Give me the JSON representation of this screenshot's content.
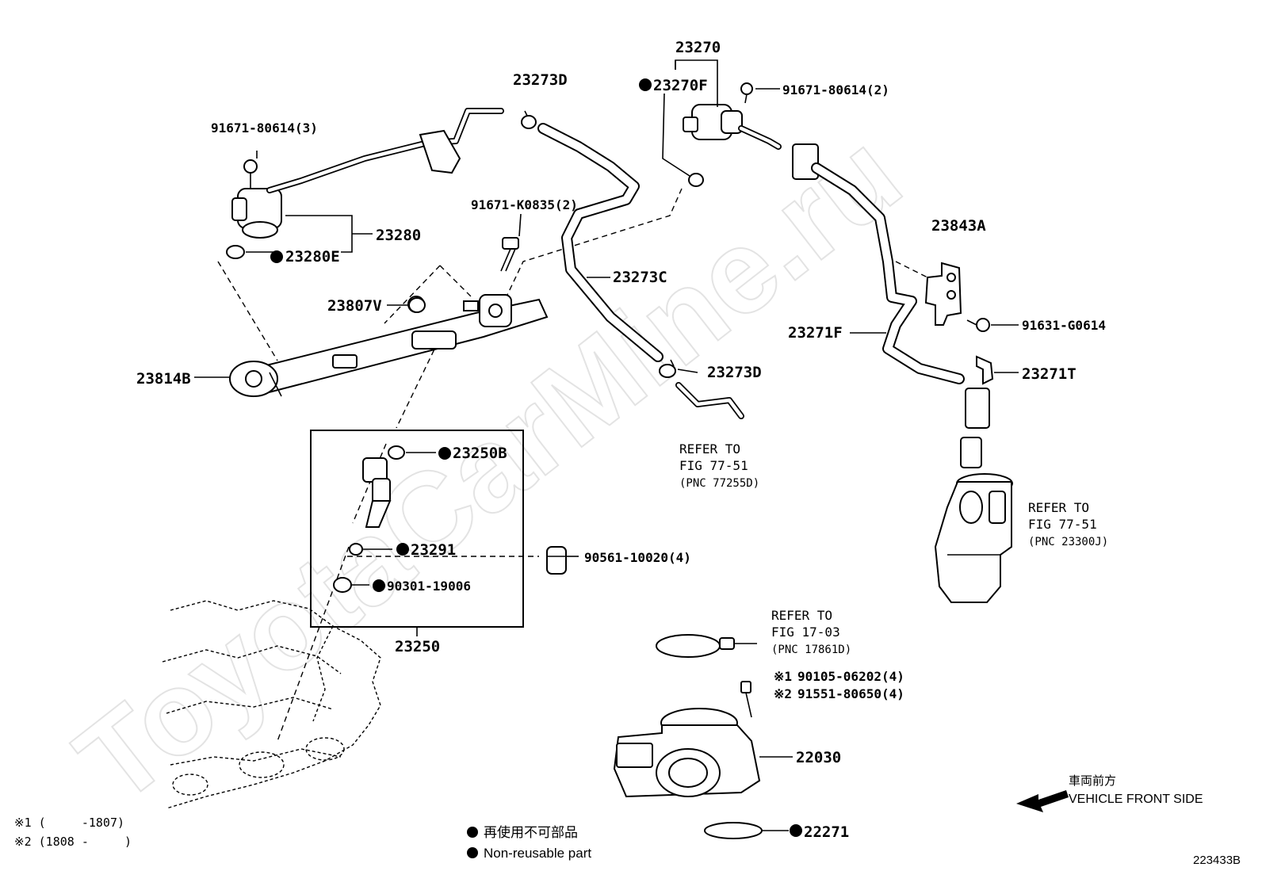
{
  "diagram": {
    "watermark": "ToyotaCarMine.ru",
    "figure_code": "223433B",
    "callouts": {
      "c23270": "23270",
      "c23270F": "23270F",
      "c23273D_top": "23273D",
      "c91671_80614_2": "91671-80614(2)",
      "c91671_80614_3": "91671-80614(3)",
      "c91671_K0835_2": "91671-K0835(2)",
      "c23280": "23280",
      "c23280E": "23280E",
      "c23807V": "23807V",
      "c23814B": "23814B",
      "c23273C": "23273C",
      "c23273D_bot": "23273D",
      "c23843A": "23843A",
      "c91631_G0614": "91631-G0614",
      "c23271F": "23271F",
      "c23271T": "23271T",
      "c23250B": "23250B",
      "c23291": "23291",
      "c90301_19006": "90301-19006",
      "c90561_10020_4": "90561-10020(4)",
      "c23250": "23250",
      "c22030": "22030",
      "c22271": "22271",
      "c90105": "90105-06202(4)",
      "c91551": "91551-80650(4)",
      "mark1": "※1",
      "mark2": "※2"
    },
    "references": {
      "ref1_l1": "REFER TO",
      "ref1_l2": "FIG 77-51",
      "ref1_l3": "(PNC 77255D)",
      "ref2_l1": "REFER TO",
      "ref2_l2": "FIG 77-51",
      "ref2_l3": "(PNC 23300J)",
      "ref3_l1": "REFER TO",
      "ref3_l2": "FIG 17-03",
      "ref3_l3": "(PNC 17861D)"
    },
    "notes": {
      "date1": "※1 (     -1807)",
      "date2": "※2 (1808 -     )",
      "legend_jp": "再使用不可部品",
      "legend_en": "Non-reusable part",
      "front_jp": "車両前方",
      "front_en": "VEHICLE FRONT SIDE"
    }
  }
}
